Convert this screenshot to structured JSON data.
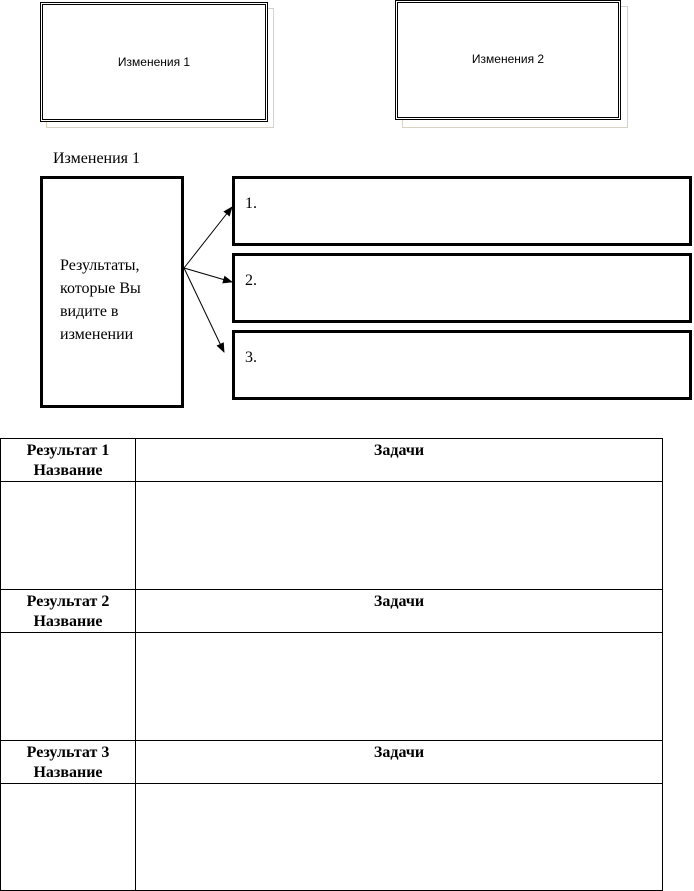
{
  "top_frames": [
    {
      "label": "Изменения 1"
    },
    {
      "label": "Изменения 2"
    }
  ],
  "diagram": {
    "caption": "Изменения 1",
    "source_box_lines": [
      "Результаты,",
      "которые Вы",
      "видите в",
      "изменении"
    ],
    "targets": [
      {
        "number": "1."
      },
      {
        "number": "2."
      },
      {
        "number": "3."
      }
    ]
  },
  "table": {
    "rows": [
      {
        "result": "Результат 1",
        "name": "Название",
        "tasks": "Задачи"
      },
      {
        "result": "Результат 2",
        "name": "Название",
        "tasks": "Задачи"
      },
      {
        "result": "Результат 3",
        "name": "Название",
        "tasks": "Задачи"
      }
    ]
  }
}
